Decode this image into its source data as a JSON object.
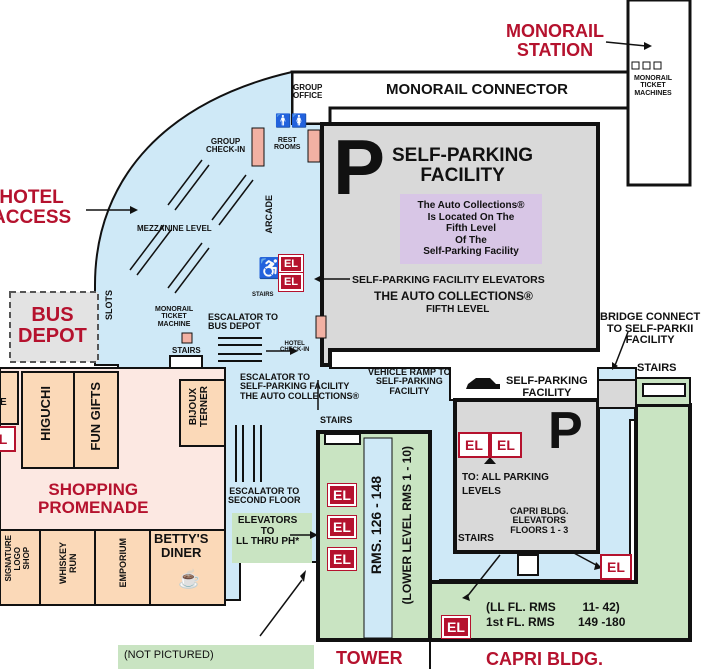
{
  "map": {
    "monorail_station": "MONORAIL\nSTATION",
    "monorail_connector": "MONORAIL CONNECTOR",
    "monorail_ticket_machines": "MONORAIL\nTICKET\nMACHINES",
    "group_office": "GROUP\nOFFICE",
    "rest_rooms": "REST\nROOMS",
    "group_check_in": "GROUP\nCHECK-IN",
    "hotel_access": "HOTEL\nACCESS",
    "mezzanine_level": "MEZZANINE LEVEL",
    "arcade": "ARCADE",
    "slots": "SLOTS",
    "self_parking_title": "SELF-PARKING\nFACILITY",
    "parking_symbol": "P",
    "auto_collections_note": "The Auto Collections®\nIs Located On The\nFifth Level\nOf The\nSelf-Parking Facility",
    "elevators_label": "SELF-PARKING FACILITY ELEVATORS",
    "auto_collections_main": "THE AUTO COLLECTIONS®",
    "fifth_level": "FIFTH LEVEL",
    "stairs": "STAIRS",
    "monorail_ticket_machine": "MONORAIL\nTICKET\nMACHINE",
    "escalator_bus_depot": "ESCALATOR TO\nBUS DEPOT",
    "hotel_check_in": "HOTEL\nCHECK-IN",
    "bus_depot": "BUS\nDEPOT",
    "vehicle_ramp": "VEHICLE RAMP TO\nSELF-PARKING\nFACILITY",
    "self_parking_facility_small": "SELF-PARKING\nFACILITY",
    "bridge_connector": "BRIDGE CONNECT\nTO SELF-PARKII\nFACILITY",
    "escalator_self_parking": "ESCALATOR TO\nSELF-PARKING FACILITY\nTHE AUTO COLLECTIONS®",
    "to_all_parking": "TO: ALL PARKING\nLEVELS",
    "capri_elevators": "CAPRI BLDG.\nELEVATORS\nFLOORS 1 - 3",
    "higuchi": "HIGUCHI",
    "fun_gifts": "FUN GIFTS",
    "bijoux_terner": "BIJOUX\nTERNER",
    "shopping_promenade": "SHOPPING\nPROMENADE",
    "escalator_second_floor": "ESCALATOR TO\nSECOND FLOOR",
    "elevators_ph": "ELEVATORS\nTO\nLL THRU PH*",
    "signature_logo_shop": "SIGNATURE\nLOGO\nSHOP",
    "whiskey_run": "WHISKEY\nRUN",
    "emporium": "EMPORIUM",
    "bettys_diner": "BETTY'S\nDINER",
    "rms_126_148": "RMS. 126 - 148",
    "lower_level_rms": "(LOWER LEVEL RMS 1 - 10)",
    "ll_fl_rms": "(LL FL. RMS        11- 42)",
    "first_fl_rms": "1st FL. RMS       149 -180",
    "not_pictured": "(NOT PICTURED)",
    "tower": "TOWER",
    "capri_bldg": "CAPRI BLDG.",
    "el": "EL",
    "edge_e": "E",
    "edge_l": "L"
  },
  "colors": {
    "light_blue": "#cfe9f7",
    "gray": "#d9d9d9",
    "pink": "#fce8e2",
    "tan": "#fbd9b8",
    "green": "#c9e4c2",
    "purple": "#d8c6e6",
    "red": "#b5122e",
    "salmon": "#f2b1a3"
  }
}
